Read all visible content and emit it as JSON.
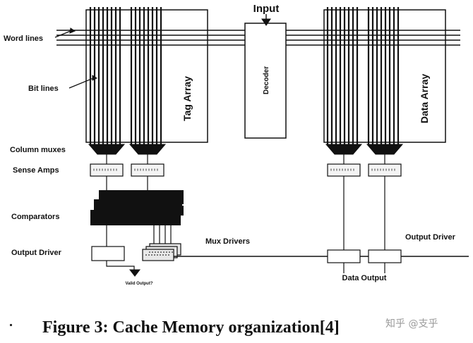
{
  "diagram": {
    "labels": {
      "word_lines": "Word lines",
      "bit_lines": "Bit lines",
      "column_muxes": "Column muxes",
      "sense_amps": "Sense Amps",
      "comparators": "Comparators",
      "output_driver_left": "Output Driver",
      "mux_drivers": "Mux Drivers",
      "output_driver_right": "Output Driver",
      "input": "Input",
      "decoder": "Decoder",
      "tag_array": "Tag Array",
      "data_array": "Data Array",
      "valid_output": "Valid Output?",
      "data_output": "Data Output"
    }
  },
  "caption": {
    "text": "Figure 3: Cache Memory organization[4]"
  },
  "watermark": {
    "text": "知乎 @支乎"
  }
}
